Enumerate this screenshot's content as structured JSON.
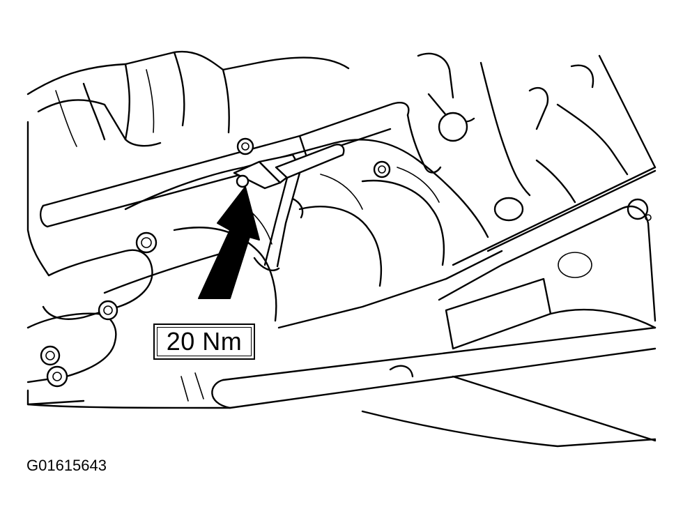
{
  "callout": {
    "torque_label": "20 Nm"
  },
  "figure": {
    "id": "G01615643"
  },
  "colors": {
    "ink": "#000000",
    "paper": "#ffffff"
  },
  "icons": {
    "arrow": "callout-arrow",
    "bracket": "mounting-bracket-icon"
  }
}
